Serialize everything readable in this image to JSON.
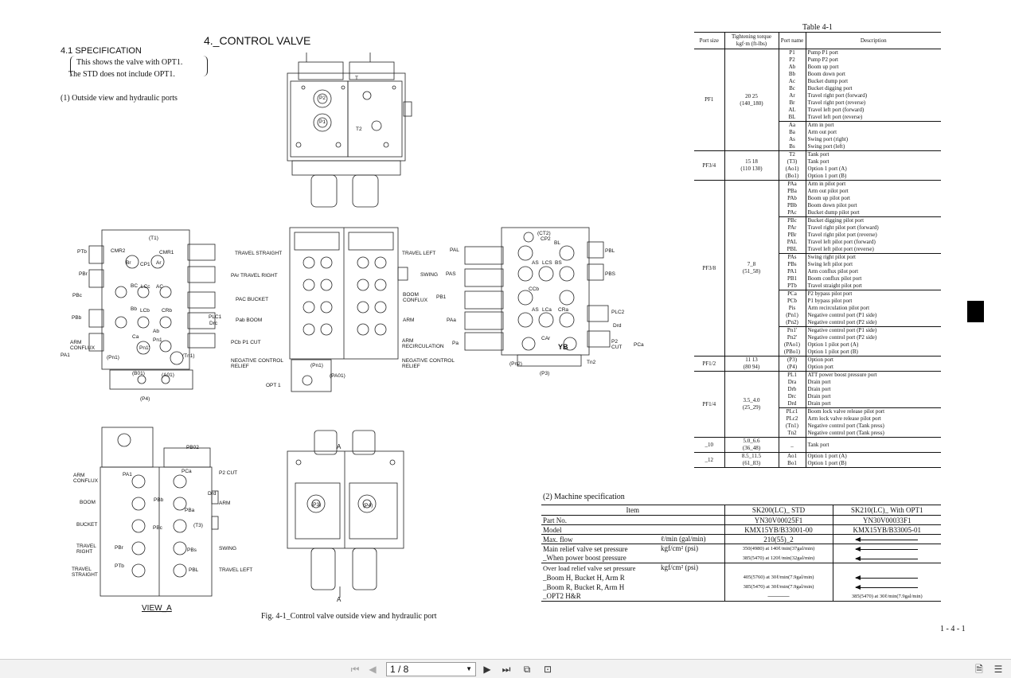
{
  "spec": {
    "title": "4.1  SPECIFICATION",
    "note_line1": "This shows the valve with OPT1.",
    "note_line2": "The STD does not include OPT1.",
    "subtitle": "(1)    Outside view and hydraulic ports",
    "main_title": "4._CONTROL VALVE"
  },
  "drawing_labels": {
    "top_view": [
      "P2",
      "P1",
      "T",
      "T2"
    ],
    "left_view": [
      "PTb",
      "CMR2",
      "(T1)",
      "CMR1",
      "Br",
      "CP1",
      "Ar",
      "PBr",
      "BC",
      "LCc",
      "AC",
      "PBc",
      "Bb",
      "LCb",
      "CRb",
      "PLC1",
      "Drc",
      "PBb",
      "Ab",
      "Ca",
      "PA1",
      "ARM CONFLUX",
      "(Pn1)",
      "Pn1'",
      "(Tn1)",
      "(B01)",
      "(A01)",
      "(P4)",
      "Pn1"
    ],
    "mid_view_left": [
      "TRAVEL STRAIGHT",
      "PAr  TRAVEL RIGHT",
      "PAC  BUCKET",
      "Pab   BOOM",
      "PCb   P1 CUT",
      "NEGATIVE CONTROL",
      "RELIEF",
      "OPT 1"
    ],
    "mid_view_right": [
      "TRAVEL LEFT",
      "SWING",
      "BOOM",
      "CONFLUX",
      "ARM",
      "ARM",
      "RECIRCULATION",
      "NEGATIVE CONTROL",
      "RELIEF",
      "(Pn1)",
      "(PA01)"
    ],
    "right_view": [
      "PAL",
      "(CT2)",
      "CP2",
      "BL",
      "PBL",
      "AS",
      "LCS",
      "BS",
      "PAS",
      "PBS",
      "CCb",
      "PB1",
      "AS",
      "LCa",
      "CRa",
      "PLC2",
      "PAa",
      "Drd",
      "CAr",
      "Pa",
      "P2",
      "CUT",
      "PCa",
      "(Pn2)",
      "(P3)",
      "Tn2",
      "YB"
    ],
    "view_a": [
      "PB02",
      "P2 CUT",
      "ARM",
      "CONFLUX",
      "PA1",
      "PCa",
      "ARM",
      "BOOM",
      "PBb",
      "Drd",
      "(T3)",
      "PBa",
      "BUCKET",
      "PBc",
      "TRAVEL",
      "RIGHT",
      "SWING",
      "PBr",
      "PBs",
      "TRAVEL",
      "STRAIGHT",
      "PTb",
      "PBL",
      "TRAVEL LEFT"
    ],
    "bottom_view": [
      "(P3)",
      "(P4)",
      "A",
      "A"
    ],
    "view_a_caption": "VIEW_A",
    "figure_caption": "Fig. 4-1_Control valve outside view and hydraulic port"
  },
  "table41": {
    "caption": "Table 4-1",
    "headers": [
      "Port size",
      "Tightening torque kgf·m (ft-lbs)",
      "Port name",
      "Description"
    ],
    "groups": [
      {
        "size": "PF1",
        "torque": "20  25",
        "torque2": "(140_180)",
        "subgroups": [
          [
            [
              "P1",
              "Pump P1 port"
            ],
            [
              "P2",
              "Pump P2 port"
            ],
            [
              "Ab",
              "Boom up port"
            ],
            [
              "Bb",
              "Boom down port"
            ],
            [
              "Ac",
              "Bucket dump port"
            ],
            [
              "Bc",
              "Bucket digging port"
            ],
            [
              "Ar",
              "Travel right port (forward)"
            ],
            [
              "Br",
              "Travel right port (reverse)"
            ],
            [
              "AL",
              "Travel left port (forward)"
            ],
            [
              "BL",
              "Travel left port (reverse)"
            ]
          ],
          [
            [
              "Aa",
              "Arm in port"
            ],
            [
              "Ba",
              "Arm out port"
            ],
            [
              "As",
              "Swing port (right)"
            ],
            [
              "Bs",
              "Swing port (left)"
            ]
          ]
        ]
      },
      {
        "size": "PF3/4",
        "torque": "15  18",
        "torque2": "(110  130)",
        "subgroups": [
          [
            [
              "T2",
              "Tank port"
            ],
            [
              "(T3)",
              "Tank port"
            ],
            [
              "(Ao1)",
              "Option 1 port (A)"
            ],
            [
              "(Bo1)",
              "Option 1 port (B)"
            ]
          ]
        ]
      },
      {
        "size": "PF3/8",
        "torque": "7_8",
        "torque2": "(51_58)",
        "subgroups": [
          [
            [
              "PAa",
              "Arm in pilot port"
            ],
            [
              "PBa",
              "Arm out pilot port"
            ],
            [
              "PAb",
              "Boom up pilot port"
            ],
            [
              "PBb",
              "Boom down pilot port"
            ],
            [
              "PAc",
              "Bucket dump pilot port"
            ]
          ],
          [
            [
              "PBc",
              "Bucket digging pilot port"
            ],
            [
              "PAr",
              "Travel right pilot port (forward)"
            ],
            [
              "PBr",
              "Travel right pilot port (reverse)"
            ],
            [
              "PAL",
              "Travel left pilot port (forward)"
            ],
            [
              "PBL",
              "Travel left pilot port (reverse)"
            ]
          ],
          [
            [
              "PAs",
              "Swing right pilot port"
            ],
            [
              "PBs",
              "Swing left pilot port"
            ],
            [
              "PA1",
              "Arm conflux pilot port"
            ],
            [
              "PB1",
              "Boom conflux pilot port"
            ],
            [
              "PTb",
              "Travel straight pilot port"
            ]
          ],
          [
            [
              "PCa",
              "P2 bypass pilot port"
            ],
            [
              "PCb",
              "P1 bypass pilot port"
            ],
            [
              "Pis",
              "Arm recirculation pilot port"
            ],
            [
              "(Pn1)",
              "Negative control port (P1 side)"
            ],
            [
              "(Pn2)",
              "Negative control port (P2 side)"
            ]
          ],
          [
            [
              "Pn1'",
              "Negative control port (P1 side)"
            ],
            [
              "Pn2'",
              "Negative control port (P2 side)"
            ],
            [
              "(PAo1)",
              "Option 1 pilot port (A)"
            ],
            [
              "(PBo1)",
              "Option 1 pilot port (B)"
            ]
          ]
        ]
      },
      {
        "size": "PF1/2",
        "torque": "11  13",
        "torque2": "(80  94)",
        "subgroups": [
          [
            [
              "(P3)",
              "Option port"
            ],
            [
              "(P4)",
              "Option port"
            ]
          ]
        ]
      },
      {
        "size": "PF1/4",
        "torque": "3.5_4.0",
        "torque2": "(25_29)",
        "subgroups": [
          [
            [
              "PL1",
              "ATT power boost pressure port"
            ],
            [
              "Dra",
              "Drain port"
            ],
            [
              "Drb",
              "Drain port"
            ],
            [
              "Drc",
              "Drain port"
            ],
            [
              "Drd",
              "Drain port"
            ]
          ],
          [
            [
              "PLc1",
              "Boom lock valve release pilot port"
            ],
            [
              "PLc2",
              "Arm lock valve release pilot port"
            ],
            [
              "(Tn1)",
              "Negative control port (Tank press)"
            ],
            [
              "Tn2",
              "Negative control port (Tank press)"
            ]
          ]
        ]
      },
      {
        "size": "_10",
        "torque": "5.0_6.6",
        "torque2": "(36_48)",
        "subgroups": [
          [
            [
              "_",
              "Tank port"
            ]
          ]
        ]
      },
      {
        "size": "_12",
        "torque": "8.5_11.5",
        "torque2": "(61_83)",
        "subgroups": [
          [
            [
              "Ao1",
              "Option 1 port (A)"
            ],
            [
              "Bo1",
              "Option 1 port (B)"
            ]
          ]
        ]
      }
    ]
  },
  "machine_spec": {
    "caption": "(2)   Machine specification",
    "headers": [
      "Item",
      "SK200(LC)_  STD",
      "SK210(LC)_  With OPT1"
    ],
    "rows": {
      "part_no": [
        "Part No.",
        "YN30V00025F1",
        "YN30V00033F1"
      ],
      "model": [
        "Model",
        "KMX15YB/B33001-00",
        "KMX15YB/B33005-01"
      ],
      "max_flow": [
        "Max. flow",
        "ℓ/min (gal/min)",
        "210(55)_2"
      ],
      "main_relief": [
        "Main relief valve set pressure",
        "kgf/cm² (psi)",
        "350(4980) at 140ℓ/min(37gal/min)"
      ],
      "power_boost": [
        "_When power boost pressure",
        "385(5470) at 120ℓ/min(32gal/min)"
      ],
      "overload": [
        "Over load relief valve set pressure",
        "kgf/cm² (psi)"
      ],
      "boom_h": [
        "_Boom H, Bucket H, Arm R",
        "405(5760) at 30ℓ/min(7.9gal/min)"
      ],
      "boom_r": [
        "_Boom R, Bucket R, Arm H",
        "385(5470) at 30ℓ/min(7.9gal/min)"
      ],
      "opt2": [
        "_OPT2  H&R",
        "———",
        "385(5470) at 30ℓ/min(7.9gal/min)"
      ]
    }
  },
  "page_number": "1 - 4 - 1",
  "viewer": {
    "page_indicator": "1 / 8",
    "icons": [
      "first-page-icon",
      "prev-page-icon",
      "next-page-icon",
      "last-page-icon",
      "two-page-icon",
      "fit-page-icon",
      "document-icon",
      "menu-icon"
    ]
  }
}
